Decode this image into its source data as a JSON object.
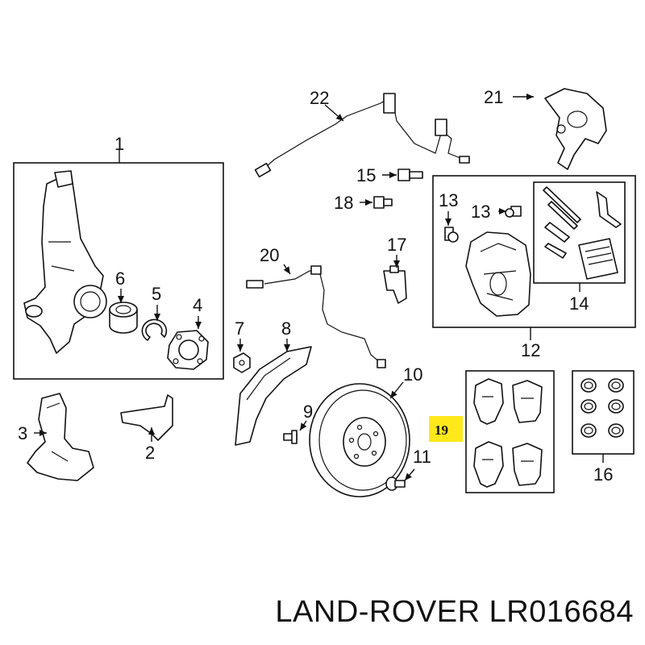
{
  "colors": {
    "highlight": "#ffe81a",
    "ink": "#111111",
    "background": "#ffffff"
  },
  "callouts": {
    "c1": "1",
    "c2": "2",
    "c3": "3",
    "c4": "4",
    "c5": "5",
    "c6": "6",
    "c7": "7",
    "c8": "8",
    "c9": "9",
    "c10": "10",
    "c11": "11",
    "c12": "12",
    "c13a": "13",
    "c13b": "13",
    "c14": "14",
    "c15": "15",
    "c16": "16",
    "c17": "17",
    "c18": "18",
    "c19": "19",
    "c20": "20",
    "c21": "21",
    "c22": "22"
  },
  "highlighted_part": "19",
  "caption": "LAND-ROVER LR016684"
}
